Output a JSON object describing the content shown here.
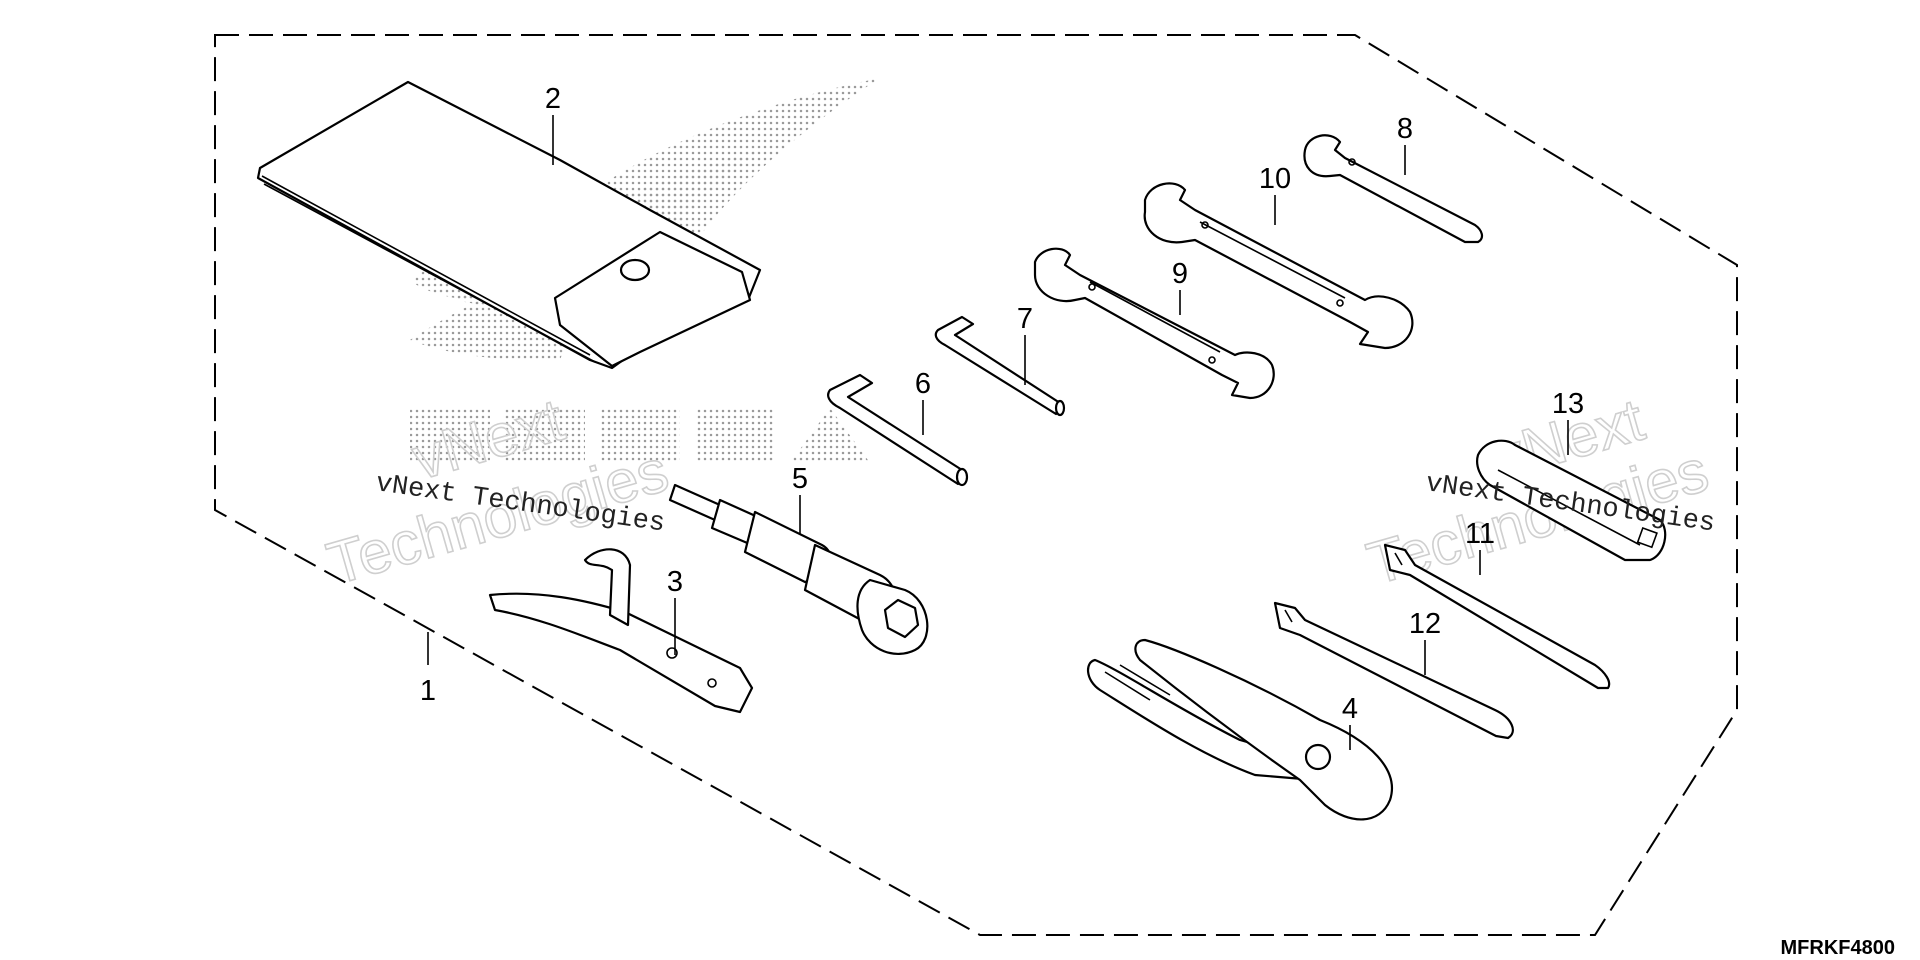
{
  "callouts": [
    {
      "id": "1",
      "label": "1"
    },
    {
      "id": "2",
      "label": "2"
    },
    {
      "id": "3",
      "label": "3"
    },
    {
      "id": "4",
      "label": "4"
    },
    {
      "id": "5",
      "label": "5"
    },
    {
      "id": "6",
      "label": "6"
    },
    {
      "id": "7",
      "label": "7"
    },
    {
      "id": "8",
      "label": "8"
    },
    {
      "id": "9",
      "label": "9"
    },
    {
      "id": "10",
      "label": "10"
    },
    {
      "id": "11",
      "label": "11"
    },
    {
      "id": "12",
      "label": "12"
    },
    {
      "id": "13",
      "label": "13"
    }
  ],
  "drawing_code": "MFRKF4800",
  "watermarks": {
    "brand_logo_text": "HONDA",
    "left_line": "vNext Technologies",
    "right_line": "vNext Technologies",
    "outline_word_1": "vNext",
    "outline_word_2": "Technologies"
  },
  "colors": {
    "line": "#000000",
    "background": "#ffffff",
    "logo_dots": "#9a9a9a",
    "watermark_outline": "#cfcfcf"
  }
}
